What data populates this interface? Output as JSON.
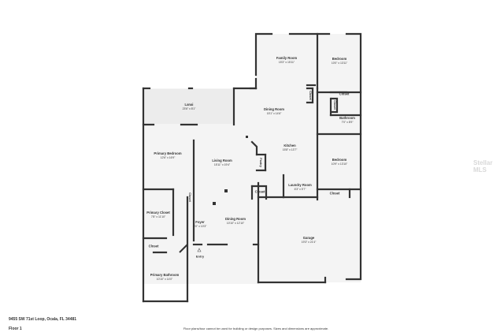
{
  "plan": {
    "address": "9455 SW 71st Loop, Ocala, FL 34481",
    "floor": "Floor 1",
    "disclaimer": "Floor plans/tour cannot be used for building or design purposes. Sizes and dimensions are approximate.",
    "watermark": "Stellar MLS",
    "entry": "Entry"
  },
  "rooms": [
    {
      "name": "Family Room",
      "dims": "15'3\" x 15'11\""
    },
    {
      "name": "Bedroom",
      "dims": "10'0\" x 13'11\""
    },
    {
      "name": "Dining Room",
      "dims": "15'1\" x 14'6\""
    },
    {
      "name": "Bathroom",
      "dims": "7'0\" x 8'9\""
    },
    {
      "name": "Lanai",
      "dims": "23'6\" x 8'1\""
    },
    {
      "name": "Kitchen",
      "dims": "15'8\" x 13'7\""
    },
    {
      "name": "Primary Bedroom",
      "dims": "12'6\" x 16'9\""
    },
    {
      "name": "Living Room",
      "dims": "15'11\" x 19'4\""
    },
    {
      "name": "Bedroom",
      "dims": "10'9\" x 13'10\""
    },
    {
      "name": "Laundry Room",
      "dims": "6'3\" x 5'7\""
    },
    {
      "name": "Primary Closet",
      "dims": "7'8\" x 11'10\""
    },
    {
      "name": "Foyer",
      "dims": "6'0\" x 10'3\""
    },
    {
      "name": "Dining Room",
      "dims": "10'10\" x 12'10\""
    },
    {
      "name": "Garage",
      "dims": "19'3\" x 21'4\""
    },
    {
      "name": "Primary Bathroom",
      "dims": "10'10\" x 14'0\""
    }
  ],
  "closets": {
    "closet_a": "Closet",
    "closet_b": "Closet",
    "closet_c": "Closet",
    "pantry": "Pantry",
    "closet_d": "Closet",
    "closet_e": "Closet",
    "closet_f": "Closet",
    "closet_g": "Closet",
    "closet_h": "Closet"
  }
}
